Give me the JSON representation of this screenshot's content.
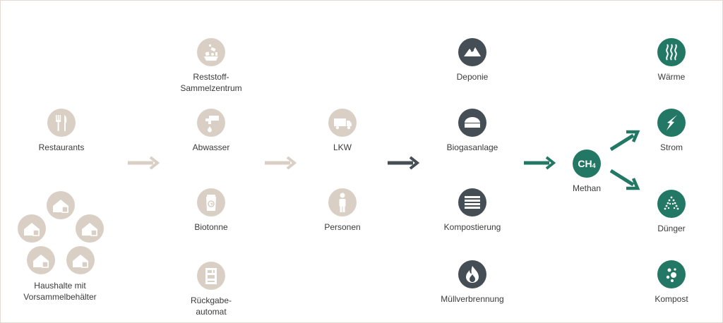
{
  "sources": {
    "restaurants": {
      "label": "Restaurants",
      "icon": "cutlery-icon"
    },
    "households": {
      "label": "Haushalte mit\nVorsammelbehälter",
      "icon": "house-icon"
    }
  },
  "collection": [
    {
      "label": "Reststoff-\nSammelzentrum",
      "icon": "recycling-center-icon"
    },
    {
      "label": "Abwasser",
      "icon": "faucet-icon"
    },
    {
      "label": "Biotonne",
      "icon": "bio-bin-icon"
    },
    {
      "label": "Rückgabe-\nautomat",
      "icon": "return-machine-icon"
    }
  ],
  "transport": [
    {
      "label": "LKW",
      "icon": "truck-icon"
    },
    {
      "label": "Personen",
      "icon": "person-icon"
    }
  ],
  "treatment": [
    {
      "label": "Deponie",
      "icon": "landfill-icon"
    },
    {
      "label": "Biogasanlage",
      "icon": "biogas-plant-icon"
    },
    {
      "label": "Kompostierung",
      "icon": "compost-heap-icon"
    },
    {
      "label": "Müllverbrennung",
      "icon": "fire-icon"
    }
  ],
  "methane": {
    "formula": "CH",
    "subscript": "4",
    "label": "Methan"
  },
  "outputs": [
    {
      "label": "Wärme",
      "icon": "heat-icon"
    },
    {
      "label": "Strom",
      "icon": "lightning-icon"
    },
    {
      "label": "Dünger",
      "icon": "fertilizer-icon"
    },
    {
      "label": "Kompost",
      "icon": "compost-icon"
    }
  ],
  "colors": {
    "tan": "#d9cfc5",
    "dark": "#454e55",
    "green": "#227864",
    "text": "#3b3b3b"
  }
}
